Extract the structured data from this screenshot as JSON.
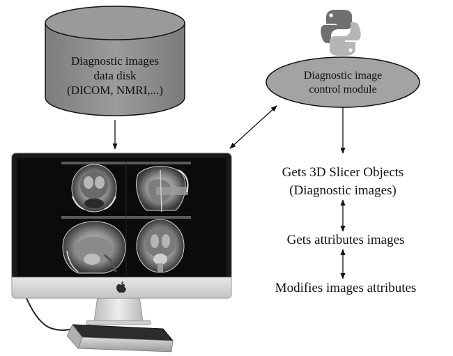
{
  "data_disk": {
    "line1": "Diagnostic images",
    "line2": "data disk",
    "line3": "(DICOM, NMRI,...)"
  },
  "control_module": {
    "line1": "Diagnostic image",
    "line2": "control module"
  },
  "steps": {
    "get_objects_line1": "Gets 3D Slicer Objects",
    "get_objects_line2": "(Diagnostic images)",
    "get_attributes": "Gets attributes images",
    "modify_attributes": "Modifies images attributes"
  },
  "icons": {
    "logo": "python-logo-icon",
    "computer": "imac-monitor-icon",
    "sensor": "leap-motion-sensor-icon"
  },
  "colors": {
    "disk_fill": "#8f8f8f",
    "module_fill": "#a3a3a3",
    "python_blue": "#6f6f6f",
    "python_yellow": "#b5b5b5",
    "screen_bg": "#0b0b0b"
  }
}
